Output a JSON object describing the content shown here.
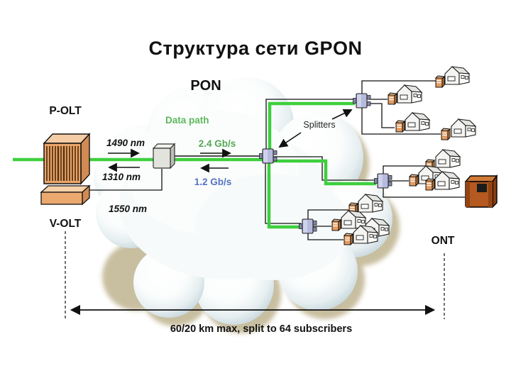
{
  "slide": {
    "title": "Структура сети GPON",
    "network_label": "PON",
    "footer": "60/20 km max, split to 64 subscribers"
  },
  "devices": {
    "p_olt_label": "P-OLT",
    "v_olt_label": "V-OLT",
    "ont_label": "ONT",
    "splitters_label": "Splitters"
  },
  "annotations": {
    "data_path": "Data path",
    "downstream_wavelength": "1490 nm",
    "upstream_wavelength": "1310 nm",
    "video_wavelength": "1550 nm",
    "downstream_rate": "2.4 Gb/s",
    "upstream_rate": "1.2 Gb/s"
  },
  "icons": {
    "pon_cloud": "fluffy white cloud with blue-gray rims and tan shadow",
    "p_olt_chassis_icon": "orange 3d box with vertical vent stripes",
    "v_olt_icon": "flat orange 3d slab",
    "wdm_coupler_icon": "small light-gray 3d box on feeder fiber",
    "splitter_icon": "small lavender box with connector tabs (x4)",
    "house_icon": "small white 3d house with windows (x11)",
    "ont_box_icon": "small orange 3d unit attached to house (x10)",
    "ont_terminal_icon": "large brown 3d terminal box",
    "arrowhead": "black triangle"
  },
  "colors": {
    "fiber_green": "#3ecf3e",
    "downstream_rate_green": "#55a855",
    "upstream_rate_blue": "#5372c4",
    "data_path_green": "#5cb85c",
    "device_orange": "#e9a469",
    "splitter_lavender": "#b6badc",
    "cloud_rim": "#bccfd5",
    "cloud_shadow_tan": "#c3b896",
    "ont_terminal_brown": "#b4591f",
    "line_black": "#111111"
  }
}
